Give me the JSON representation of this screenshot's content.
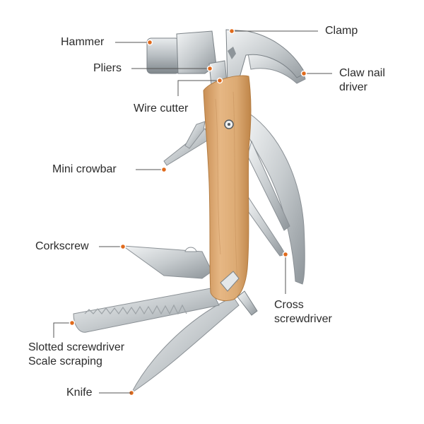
{
  "diagram": {
    "colors": {
      "wood": "#dba870",
      "steel": "#cfd3d6",
      "leader_dot": "#e06a1c",
      "leader_line": "#555555"
    },
    "labels": {
      "hammer": "Hammer",
      "pliers": "Pliers",
      "wire_cutter": "Wire cutter",
      "mini_crowbar": "Mini crowbar",
      "corkscrew": "Corkscrew",
      "slotted_screwdriver": "Slotted screwdriver",
      "scale_scraping": "Scale scraping",
      "knife": "Knife",
      "clamp": "Clamp",
      "claw_nail_driver_line1": "Claw nail",
      "claw_nail_driver_line2": "driver",
      "cross_screwdriver_line1": "Cross",
      "cross_screwdriver_line2": "screwdriver"
    }
  }
}
